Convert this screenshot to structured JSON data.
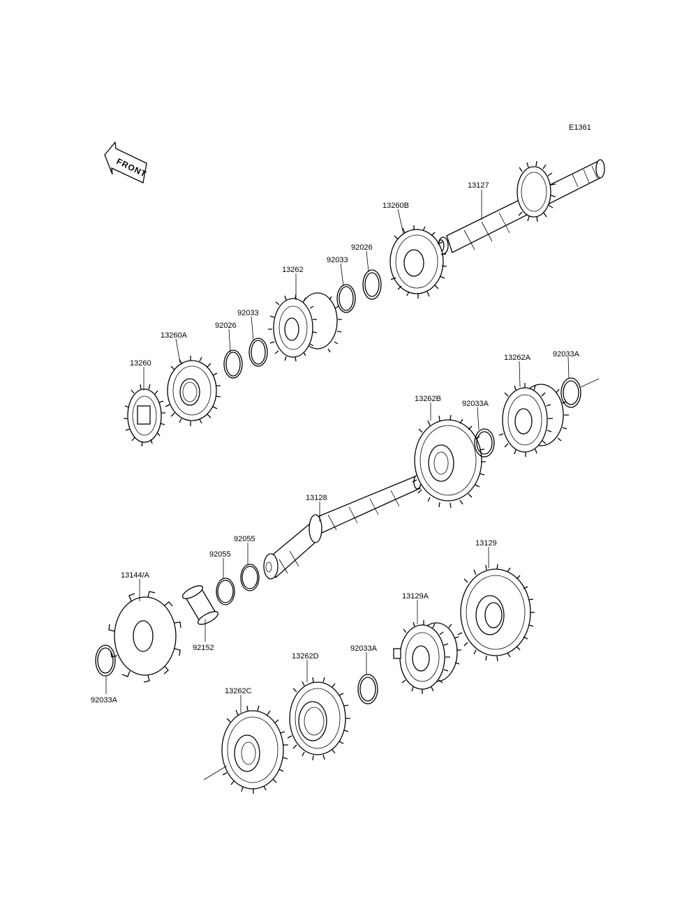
{
  "diagram": {
    "code": "E1361",
    "front_label": "FRONT",
    "labels": {
      "p13127": "13127",
      "p13260B": "13260B",
      "p92026_top": "92026",
      "p92033_top": "92033",
      "p13262": "13262",
      "p92033_mid": "92033",
      "p92026_mid": "92026",
      "p13260A": "13260A",
      "p13260": "13260",
      "p13262A": "13262A",
      "p92033A_ur": "92033A",
      "p13262B": "13262B",
      "p92033A_mid": "92033A",
      "p13128": "13128",
      "p92055_a": "92055",
      "p92055_b": "92055",
      "p13144A": "13144/A",
      "p92152": "92152",
      "p92033A_ll": "92033A",
      "p13129": "13129",
      "p13129A": "13129A",
      "p92033A_low": "92033A",
      "p13262D": "13262D",
      "p13262C": "13262C"
    }
  }
}
